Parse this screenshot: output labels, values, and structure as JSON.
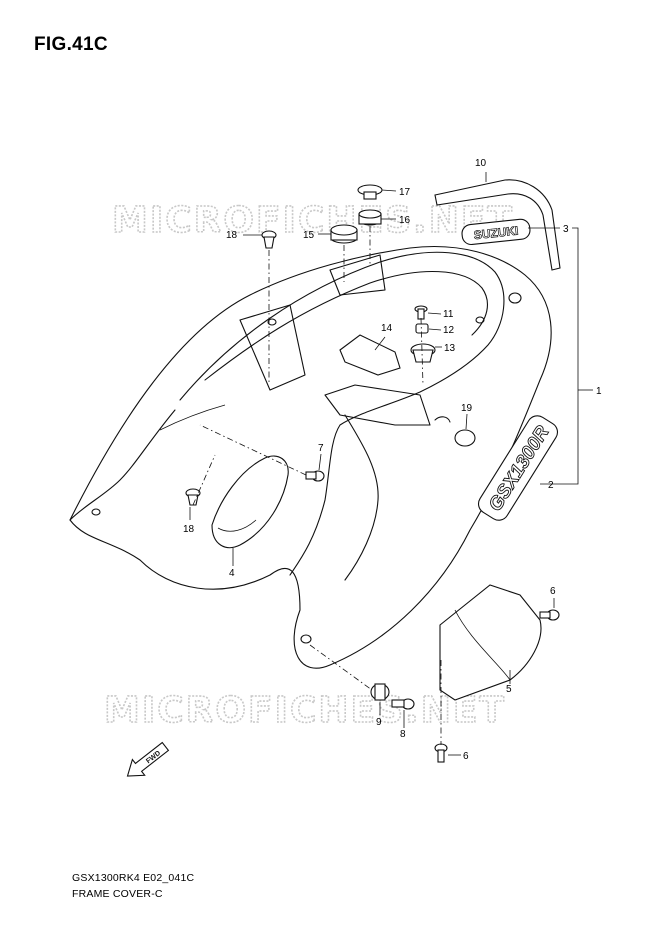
{
  "figure_title": "FIG.41C",
  "footer": {
    "model_code": "GSX1300RK4 E02_041C",
    "section_name": "FRAME COVER-C"
  },
  "watermark": "MICROFICHES.NET",
  "fwd_label": "FWD",
  "decals": {
    "brand": "SUZUKI",
    "model": "GSX1300R"
  },
  "callouts": {
    "p1": "1",
    "p2": "2",
    "p3": "3",
    "p4": "4",
    "p5": "5",
    "p6a": "6",
    "p6b": "6",
    "p7": "7",
    "p8": "8",
    "p9": "9",
    "p10": "10",
    "p11": "11",
    "p12": "12",
    "p13": "13",
    "p14": "14",
    "p15": "15",
    "p16": "16",
    "p17": "17",
    "p18a": "18",
    "p18b": "18",
    "p19": "19"
  }
}
